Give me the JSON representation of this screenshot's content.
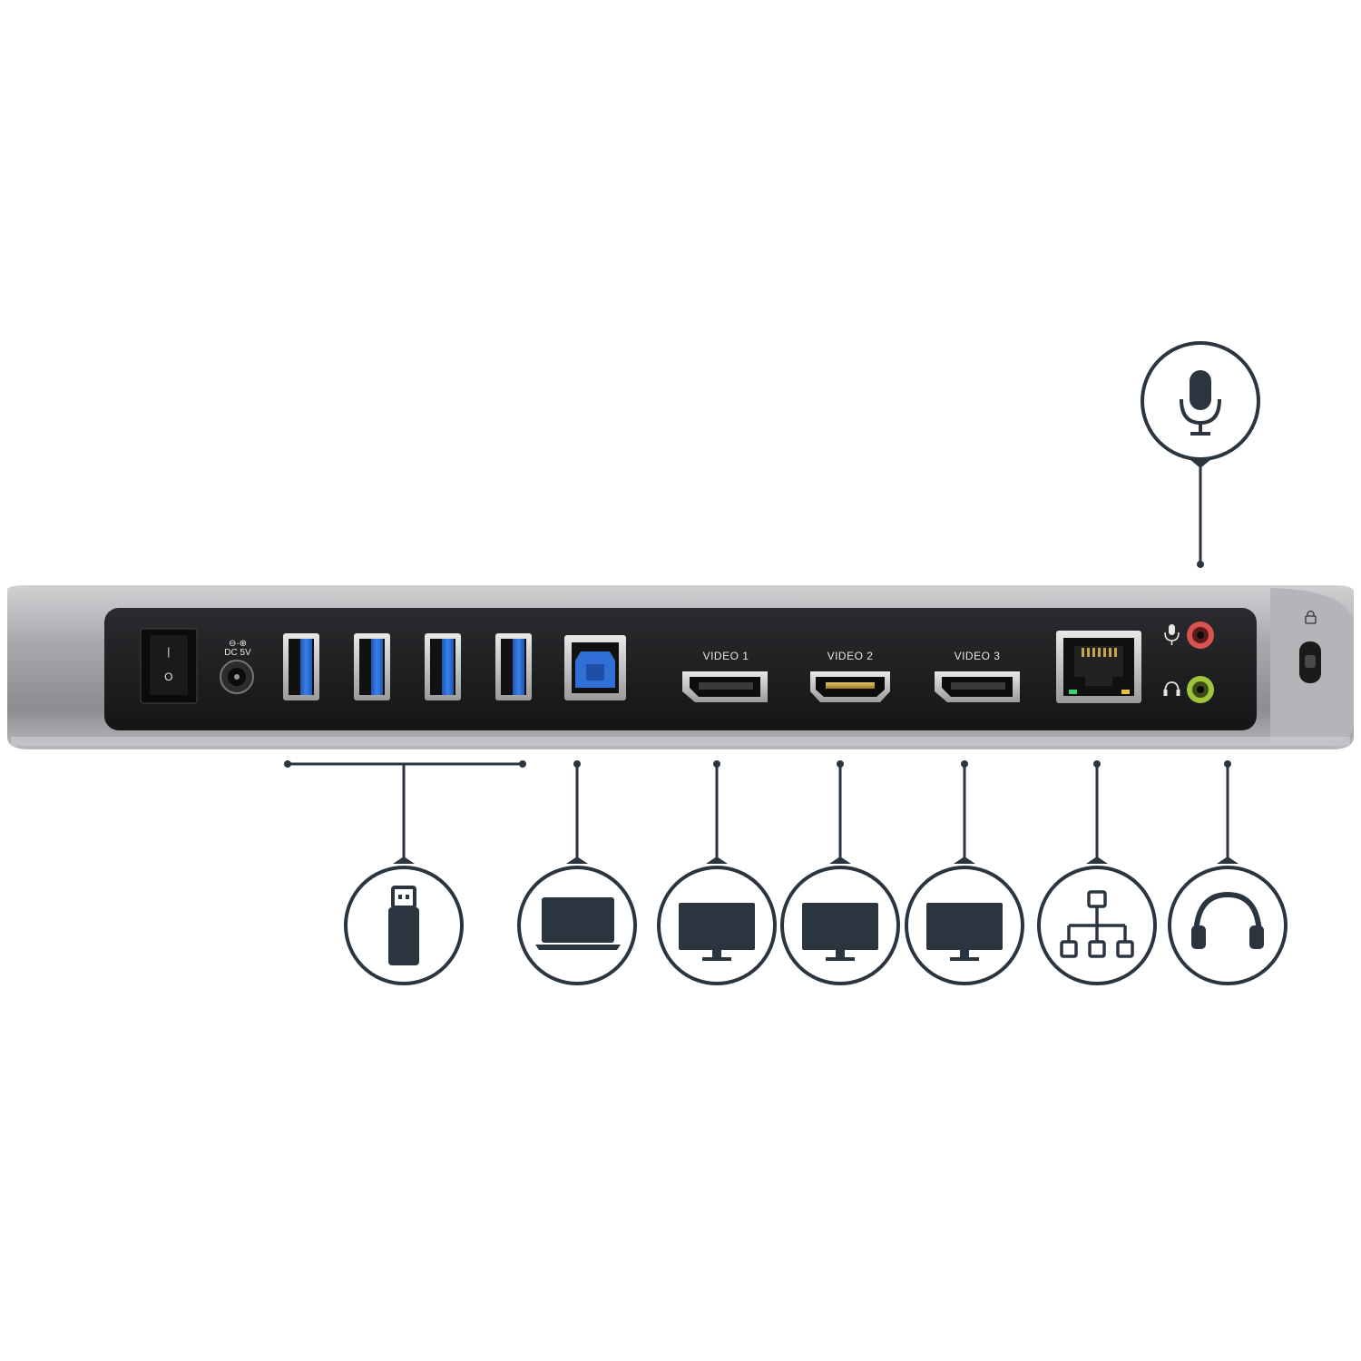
{
  "product": {
    "name": "triple-monitor-usb-3-0-docking-station",
    "body_color": "#a9abae",
    "panel_color": "#1d1e20",
    "usb3_color": "#2f6fd6",
    "mic_jack_color": "#d9534f",
    "line_out_color": "#9dc43b"
  },
  "rear_panel": {
    "power_switch": {
      "on_symbol": "|",
      "off_symbol": "O"
    },
    "dc_input_label": "DC 5V",
    "usb_a_ports": 4,
    "usb_b_ports": 1,
    "video_ports": [
      {
        "label": "VIDEO 1",
        "type": "DisplayPort"
      },
      {
        "label": "VIDEO 2",
        "type": "HDMI"
      },
      {
        "label": "VIDEO 3",
        "type": "DisplayPort"
      }
    ],
    "ethernet": "RJ45",
    "audio": [
      "mic-in",
      "headphone-out"
    ],
    "security_slot": "lock"
  },
  "callouts": [
    {
      "icon": "usb-flash-drive-icon",
      "port": "usb-a"
    },
    {
      "icon": "laptop-icon",
      "port": "usb-b"
    },
    {
      "icon": "monitor-icon",
      "port": "video-1"
    },
    {
      "icon": "monitor-icon",
      "port": "video-2"
    },
    {
      "icon": "monitor-icon",
      "port": "video-3"
    },
    {
      "icon": "network-icon",
      "port": "ethernet"
    },
    {
      "icon": "headphones-icon",
      "port": "headphone-out"
    },
    {
      "icon": "microphone-icon",
      "port": "mic-in"
    }
  ],
  "icon_color": "#2b3540"
}
